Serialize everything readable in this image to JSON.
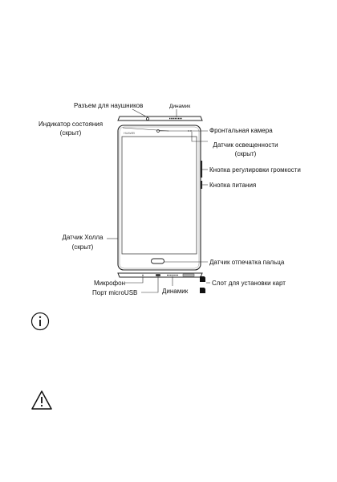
{
  "diagram": {
    "labels": {
      "headphone_jack": "Разъем для наушников",
      "speaker_top": "Динамик",
      "status_indicator_line1": "Индикатор состояния",
      "status_indicator_line2": "(скрыт)",
      "front_camera": "Фронтальная камера",
      "light_sensor_line1": "Датчик освещенности",
      "light_sensor_line2": "(скрыт)",
      "volume_button": "Кнопка регулировки громкости",
      "power_button": "Кнопка питания",
      "hall_sensor_line1": "Датчик Холла",
      "hall_sensor_line2": "(скрыт)",
      "fingerprint_sensor": "Датчик отпечатка пальца",
      "microphone": "Микрофон",
      "card_slot": "Слот для установки карт",
      "micro_usb_port": "Порт microUSB",
      "speaker_bottom": "Динамик"
    },
    "brand_logo": "HUAWEI"
  },
  "icons": {
    "info": "info-icon",
    "warning": "warning-icon"
  },
  "colors": {
    "line": "#222222",
    "device_fill": "#ffffff",
    "screen_border": "#444444"
  }
}
